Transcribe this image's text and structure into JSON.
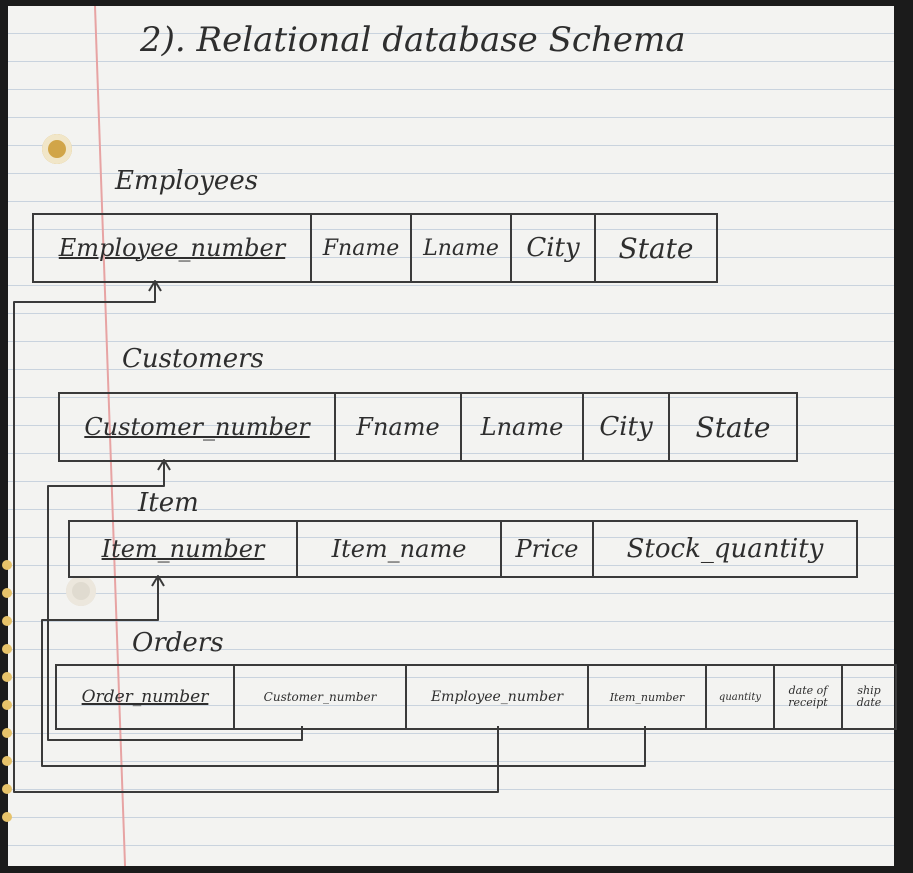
{
  "title": "2). Relational database Schema",
  "tables": [
    {
      "name": "Employees",
      "columns": [
        {
          "label": "Employee_number",
          "key": true
        },
        {
          "label": "Fname",
          "key": false
        },
        {
          "label": "Lname",
          "key": false
        },
        {
          "label": "City",
          "key": false
        },
        {
          "label": "State",
          "key": false
        }
      ]
    },
    {
      "name": "Customers",
      "columns": [
        {
          "label": "Customer_number",
          "key": true
        },
        {
          "label": "Fname",
          "key": false
        },
        {
          "label": "Lname",
          "key": false
        },
        {
          "label": "City",
          "key": false
        },
        {
          "label": "State",
          "key": false
        }
      ]
    },
    {
      "name": "Item",
      "columns": [
        {
          "label": "Item_number",
          "key": true
        },
        {
          "label": "Item_name",
          "key": false
        },
        {
          "label": "Price",
          "key": false
        },
        {
          "label": "Stock_quantity",
          "key": false
        }
      ]
    },
    {
      "name": "Orders",
      "columns": [
        {
          "label": "Order_number",
          "key": true
        },
        {
          "label": "Customer_number",
          "key": false
        },
        {
          "label": "Employee_number",
          "key": false
        },
        {
          "label": "Item_number",
          "key": false
        },
        {
          "label": "quantity",
          "key": false
        },
        {
          "label": "date of receipt",
          "key": false
        },
        {
          "label": "ship date",
          "key": false
        }
      ]
    }
  ],
  "relationships": [
    {
      "from": "Orders.Customer_number",
      "to": "Customers.Customer_number"
    },
    {
      "from": "Orders.Employee_number",
      "to": "Employees.Employee_number"
    },
    {
      "from": "Orders.Item_number",
      "to": "Item.Item_number"
    }
  ]
}
